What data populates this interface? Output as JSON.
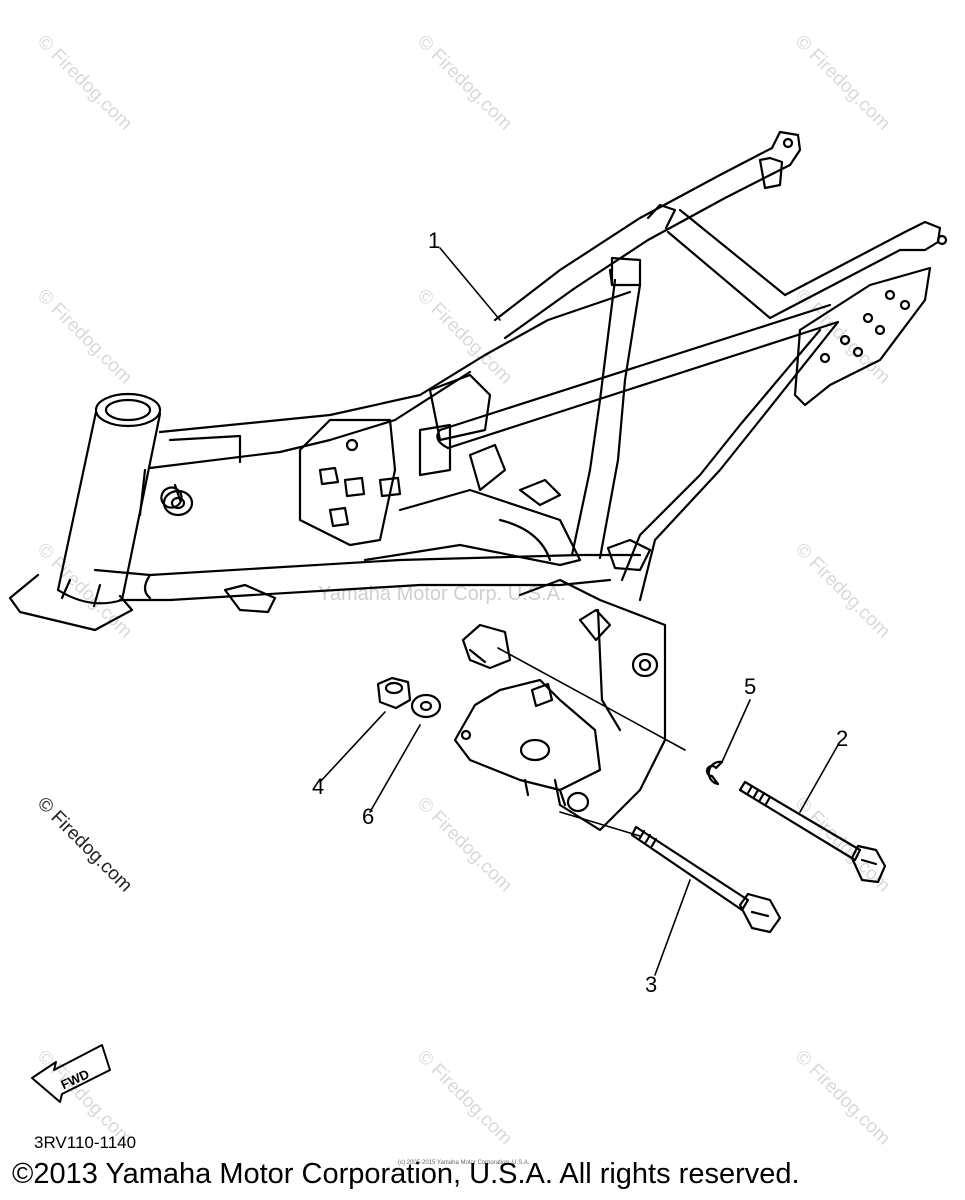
{
  "watermark": {
    "text": "© Firedog.com"
  },
  "center_watermark": "Yamaha Motor Corp. U.S.A.",
  "callouts": {
    "c1": "1",
    "c2": "2",
    "c3": "3",
    "c4": "4",
    "c5": "5",
    "c6": "6"
  },
  "fwd_label": "FWD",
  "part_code": "3RV110-1140",
  "fine_print": "(c) 2005-2015 Yamaha Motor Corporation, U.S.A.",
  "copyright": "©2013 Yamaha Motor Corporation, U.S.A. All rights reserved."
}
